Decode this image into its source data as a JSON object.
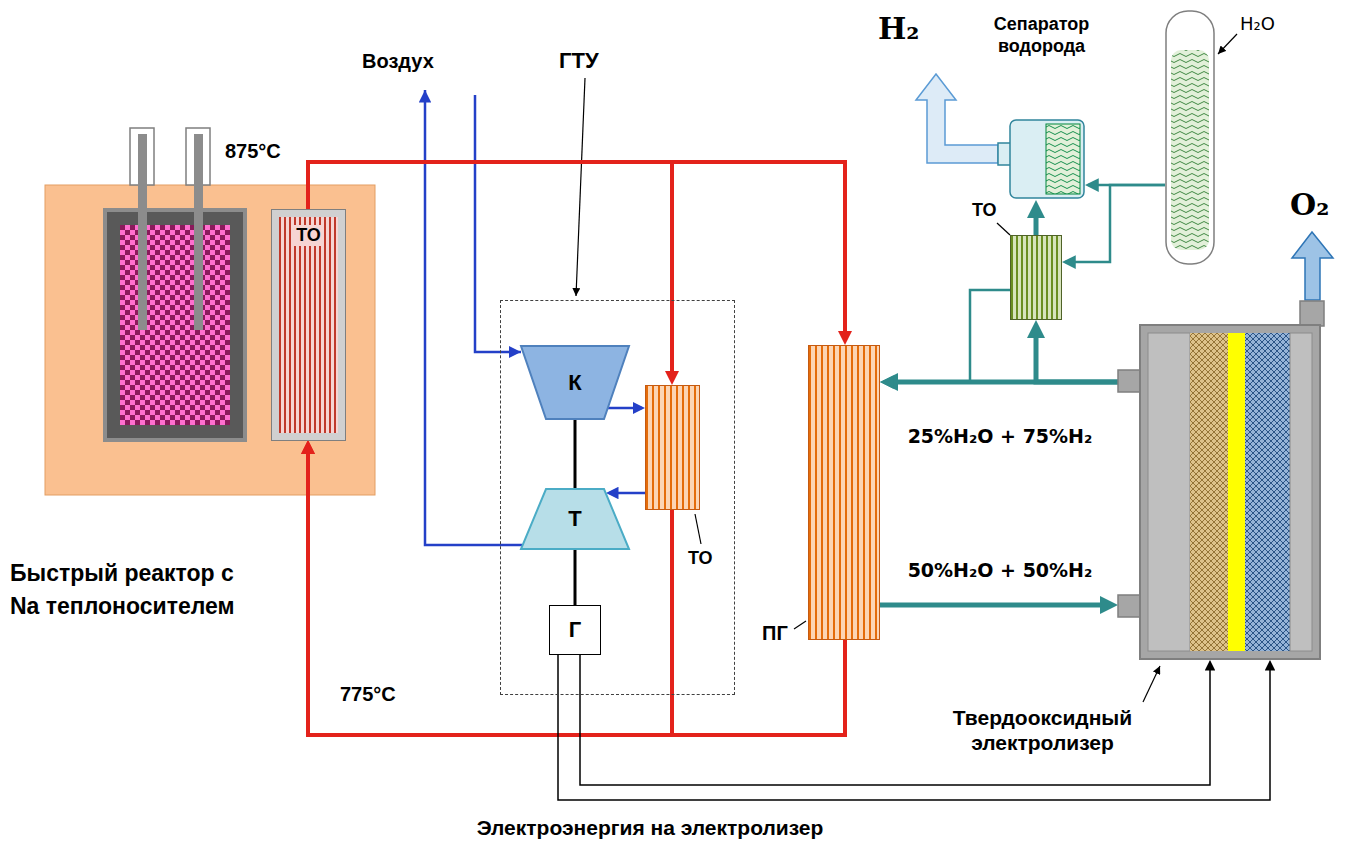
{
  "diagram": {
    "nodes": [
      {
        "text": [
          "Быстрый реактор с Na теплоносителем"
        ]
      },
      {
        "text": [
          "ТО"
        ],
        "in": 0
      },
      {
        "text": [
          "ГТУ"
        ]
      },
      {
        "text": [
          "К"
        ],
        "in": 2
      },
      {
        "text": [
          "ТО"
        ],
        "in": 2
      },
      {
        "text": [
          "Т"
        ],
        "in": 2
      },
      {
        "text": [
          "Г"
        ],
        "in": 2
      },
      {
        "text": [
          "ПГ"
        ]
      },
      {
        "text": [
          "Сепаратор водорода"
        ]
      },
      {
        "text": [
          "H₂O"
        ]
      },
      {
        "text": [
          "ТО"
        ]
      },
      {
        "text": [
          "Твердооксидный электролизер"
        ]
      }
    ],
    "edges": [
      {
        "from": 1,
        "to": 4,
        "arrow": "to"
      },
      {
        "from": 1,
        "to": 7,
        "arrow": "to"
      },
      {
        "from": 4,
        "to": 1,
        "arrow": "to"
      },
      {
        "from": 7,
        "to": 1,
        "arrow": "to"
      },
      {
        "from": 3,
        "to": 4,
        "arrow": "to"
      },
      {
        "from": 4,
        "to": 5,
        "arrow": "to"
      },
      {
        "from": 3,
        "to": 5,
        "arrow": "none"
      },
      {
        "from": 5,
        "to": 6,
        "arrow": "none"
      },
      {
        "from": 6,
        "to": 11,
        "arrow": "to"
      },
      {
        "from": 6,
        "to": 11,
        "arrow": "to"
      },
      {
        "from": 11,
        "to": 7,
        "label": "25%H₂O + 75%H₂",
        "arrow": "to"
      },
      {
        "from": 11,
        "to": 10,
        "arrow": "to"
      },
      {
        "from": 10,
        "to": 7,
        "arrow": "to"
      },
      {
        "from": 10,
        "to": 8,
        "arrow": "to"
      },
      {
        "from": 9,
        "to": 8,
        "arrow": "to"
      },
      {
        "from": 9,
        "to": 10,
        "arrow": "to"
      },
      {
        "from": 7,
        "to": 11,
        "label": "50%H₂O + 50%H₂",
        "arrow": "to"
      }
    ],
    "labels": [
      "Воздух",
      "875°C",
      "775°C",
      "H₂",
      "O₂",
      "Электроэнергия на электролизер"
    ]
  }
}
